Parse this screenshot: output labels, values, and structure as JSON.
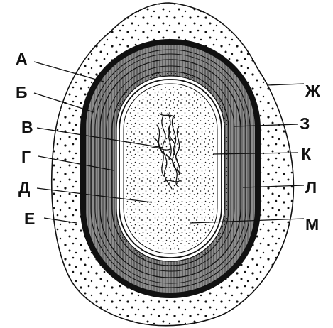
{
  "labels": {
    "a": "А",
    "b": "Б",
    "v": "В",
    "g": "Г",
    "d": "Д",
    "e": "Е",
    "zh": "Ж",
    "z": "З",
    "k": "К",
    "l": "Л",
    "m": "М"
  },
  "colors": {
    "ink": "#111111",
    "paper": "#ffffff"
  }
}
